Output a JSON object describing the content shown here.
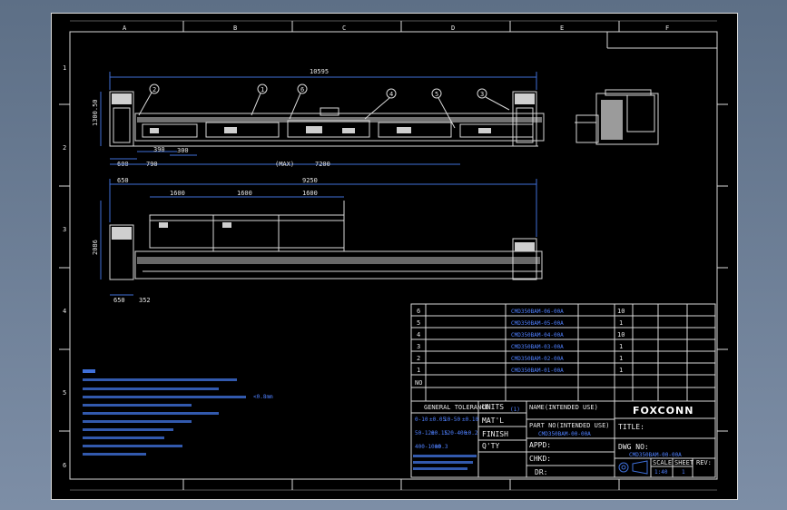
{
  "frame": {
    "top_zone_letters": [
      "A",
      "B",
      "C",
      "D",
      "E",
      "F"
    ],
    "side_zone_numbers": [
      "1",
      "2",
      "3",
      "4",
      "5",
      "6"
    ]
  },
  "front_view": {
    "balloons": [
      "2",
      "1",
      "6",
      "4",
      "5",
      "3"
    ],
    "dims": {
      "overall": "10595",
      "height": "1300.50",
      "d600": "600",
      "d390": "390",
      "d790": "790",
      "d300": "300",
      "d7200": "7200",
      "span_prefix": "(MAX)"
    }
  },
  "top_view": {
    "dims": {
      "d650_top": "650",
      "d9250": "9250",
      "seg1": "1600",
      "seg2": "1600",
      "seg3": "1600",
      "height": "2086",
      "d650_bottom": "650",
      "d352": "352"
    }
  },
  "bom": {
    "rows": [
      {
        "no": "6",
        "part": "CMD350BAM-06-00A",
        "qty": "10"
      },
      {
        "no": "5",
        "part": "CMD350BAM-05-00A",
        "qty": "1"
      },
      {
        "no": "4",
        "part": "CMD350BAM-04-00A",
        "qty": "10"
      },
      {
        "no": "3",
        "part": "CMD350BAM-03-00A",
        "qty": "1"
      },
      {
        "no": "2",
        "part": "CMD350BAM-02-00A",
        "qty": "1"
      },
      {
        "no": "1",
        "part": "CMD350BAM-01-00A",
        "qty": "1"
      }
    ],
    "header_no": "NO"
  },
  "notes": {
    "lines": [
      "<0.8mm"
    ]
  },
  "title_block": {
    "general_tolerance": "GENERAL TOLERANCE",
    "units": "UNITS",
    "units_value": "(1)",
    "matl": "MAT'L",
    "finish": "FINISH",
    "qty": "Q'TY",
    "appd": "APPD:",
    "chkd": "CHKD:",
    "dr": "DR:",
    "name_header": "NAME(INTENDED USE)",
    "part_no_header": "PART NO(INTENDED USE)",
    "part_no": "CMD350BAM-00-00A",
    "title_label": "TITLE:",
    "dwg_no_label": "DWG NO:",
    "dwg_no": "CMD350BAM-00-00A",
    "scale": "SCALE",
    "scale_value": "1:40",
    "sheet": "SHEET",
    "sheet_value": "1",
    "rev": "REV:",
    "logo": "FOXCONN",
    "tol_rows": [
      [
        "0-10",
        "±0.05",
        "10-50",
        "±0.10"
      ],
      [
        "50-120",
        "±0.15",
        "120-400",
        "±0.2"
      ],
      [
        "400-1000",
        "±0.3",
        "",
        ""
      ]
    ]
  }
}
